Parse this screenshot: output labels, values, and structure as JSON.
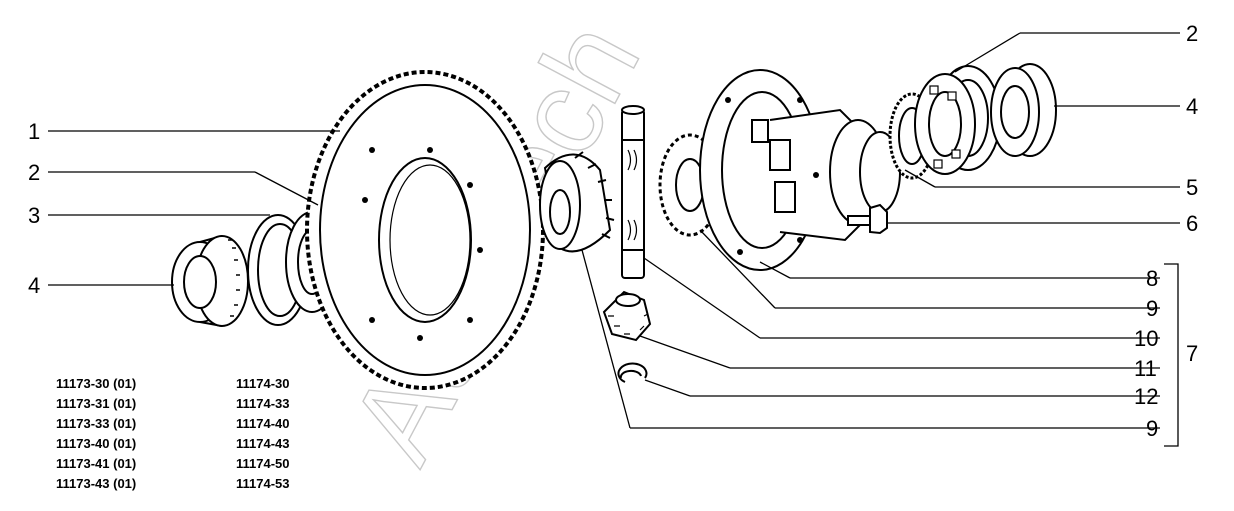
{
  "callouts": {
    "c1": "1",
    "c2_left": "2",
    "c3": "3",
    "c4_left": "4",
    "c2_right": "2",
    "c4_right": "4",
    "c5": "5",
    "c6": "6",
    "c8": "8",
    "c9_upper": "9",
    "c10": "10",
    "c11": "11",
    "c12": "12",
    "c9_lower": "9",
    "c7": "7"
  },
  "watermark": "Autotech",
  "model_codes": {
    "left": [
      "11173-30  (01)",
      "11173-31  (01)",
      "11173-33  (01)",
      "11173-40  (01)",
      "11173-41  (01)",
      "11173-43  (01)"
    ],
    "right": [
      "11174-30",
      "11174-33",
      "11174-40",
      "11174-43",
      "11174-50",
      "11174-53"
    ]
  }
}
